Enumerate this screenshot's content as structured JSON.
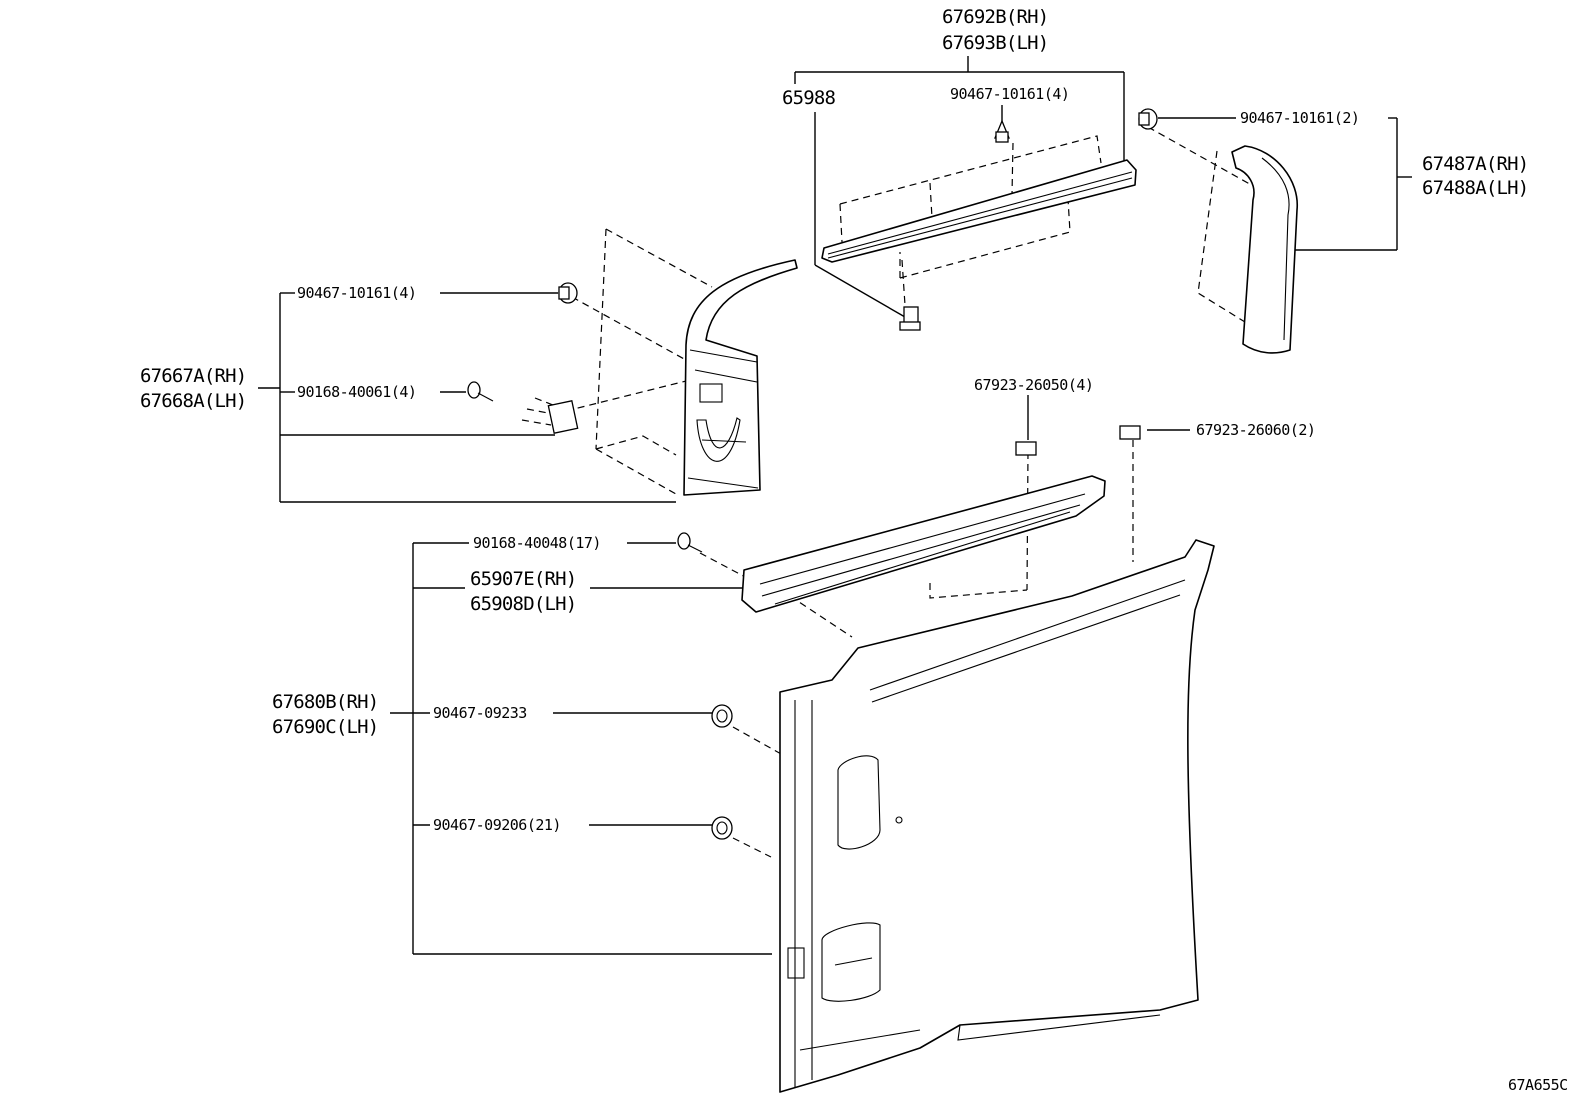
{
  "diagram_id": "67A655C",
  "labels": {
    "lbl_67692B": "67692B(RH)",
    "lbl_67693B": "67693B(LH)",
    "lbl_65988": "65988",
    "lbl_90467_10161_4_top": "90467-10161(4)",
    "lbl_90467_10161_2": "90467-10161(2)",
    "lbl_67487A": "67487A(RH)",
    "lbl_67488A": "67488A(LH)",
    "lbl_90467_10161_4_left": "90467-10161(4)",
    "lbl_67667A": "67667A(RH)",
    "lbl_67668A": "67668A(LH)",
    "lbl_90168_40061": "90168-40061(4)",
    "lbl_67923_26050": "67923-26050(4)",
    "lbl_67923_26060": "67923-26060(2)",
    "lbl_90168_40048": "90168-40048(17)",
    "lbl_65907E": "65907E(RH)",
    "lbl_65908D": "65908D(LH)",
    "lbl_67680B": "67680B(RH)",
    "lbl_67690C": "67690C(LH)",
    "lbl_90467_09233": "90467-09233",
    "lbl_90467_09206": "90467-09206(21)"
  },
  "icons": {
    "clip": "push-clip-icon",
    "screw": "screw-icon",
    "retainer": "retainer-icon"
  }
}
